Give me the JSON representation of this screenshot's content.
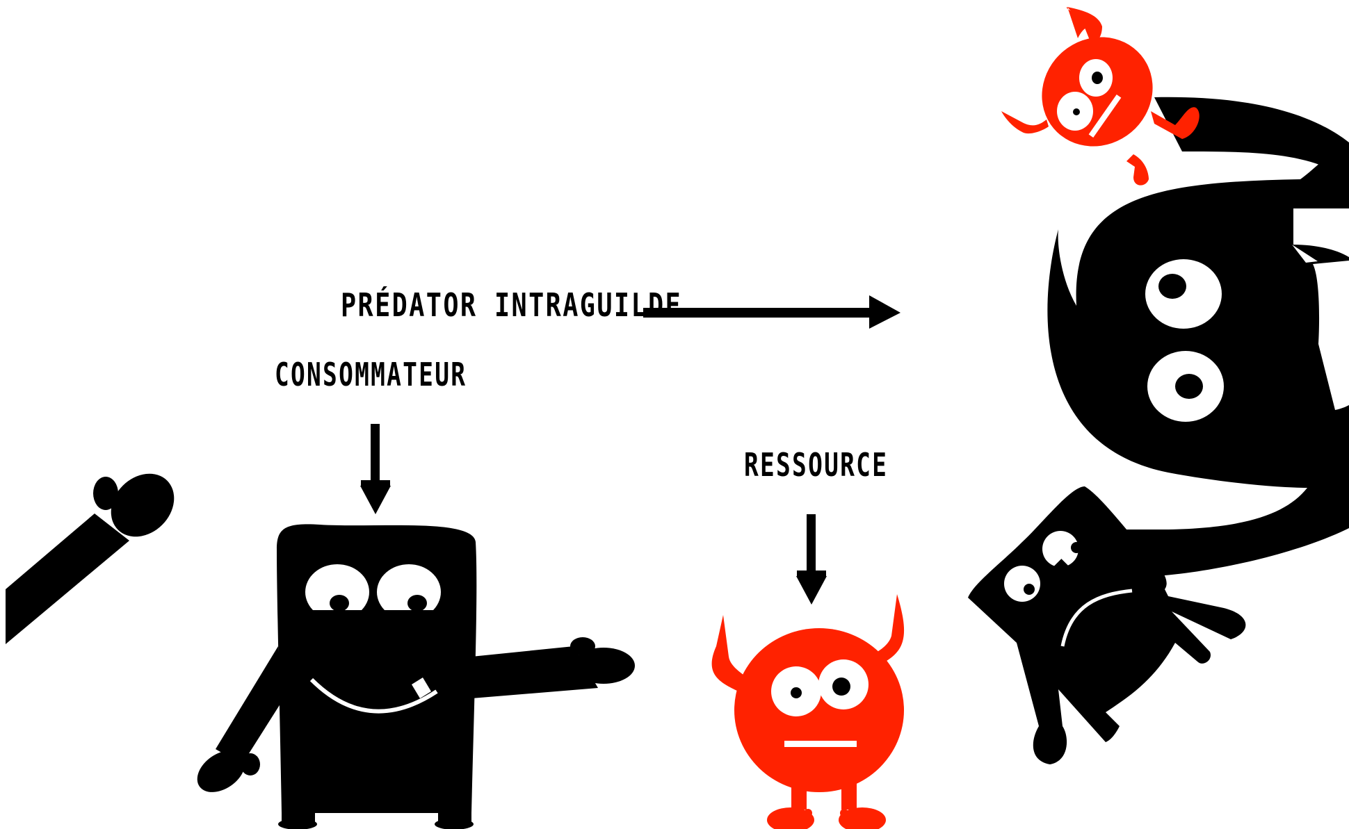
{
  "labels": {
    "predator": "PRÉDATOR INTRAGUILDE",
    "consumer": "CONSOMMATEUR",
    "resource": "RESSOURCE"
  },
  "characters": {
    "predator": {
      "color": "#000000",
      "icon": "big-black-monster"
    },
    "consumer": {
      "color": "#000000",
      "icon": "black-block-creature"
    },
    "resource": {
      "color": "#ff2200",
      "icon": "red-horned-devil"
    }
  },
  "colors": {
    "background": "#ffffff",
    "ink": "#000000",
    "devil": "#ff2200"
  }
}
